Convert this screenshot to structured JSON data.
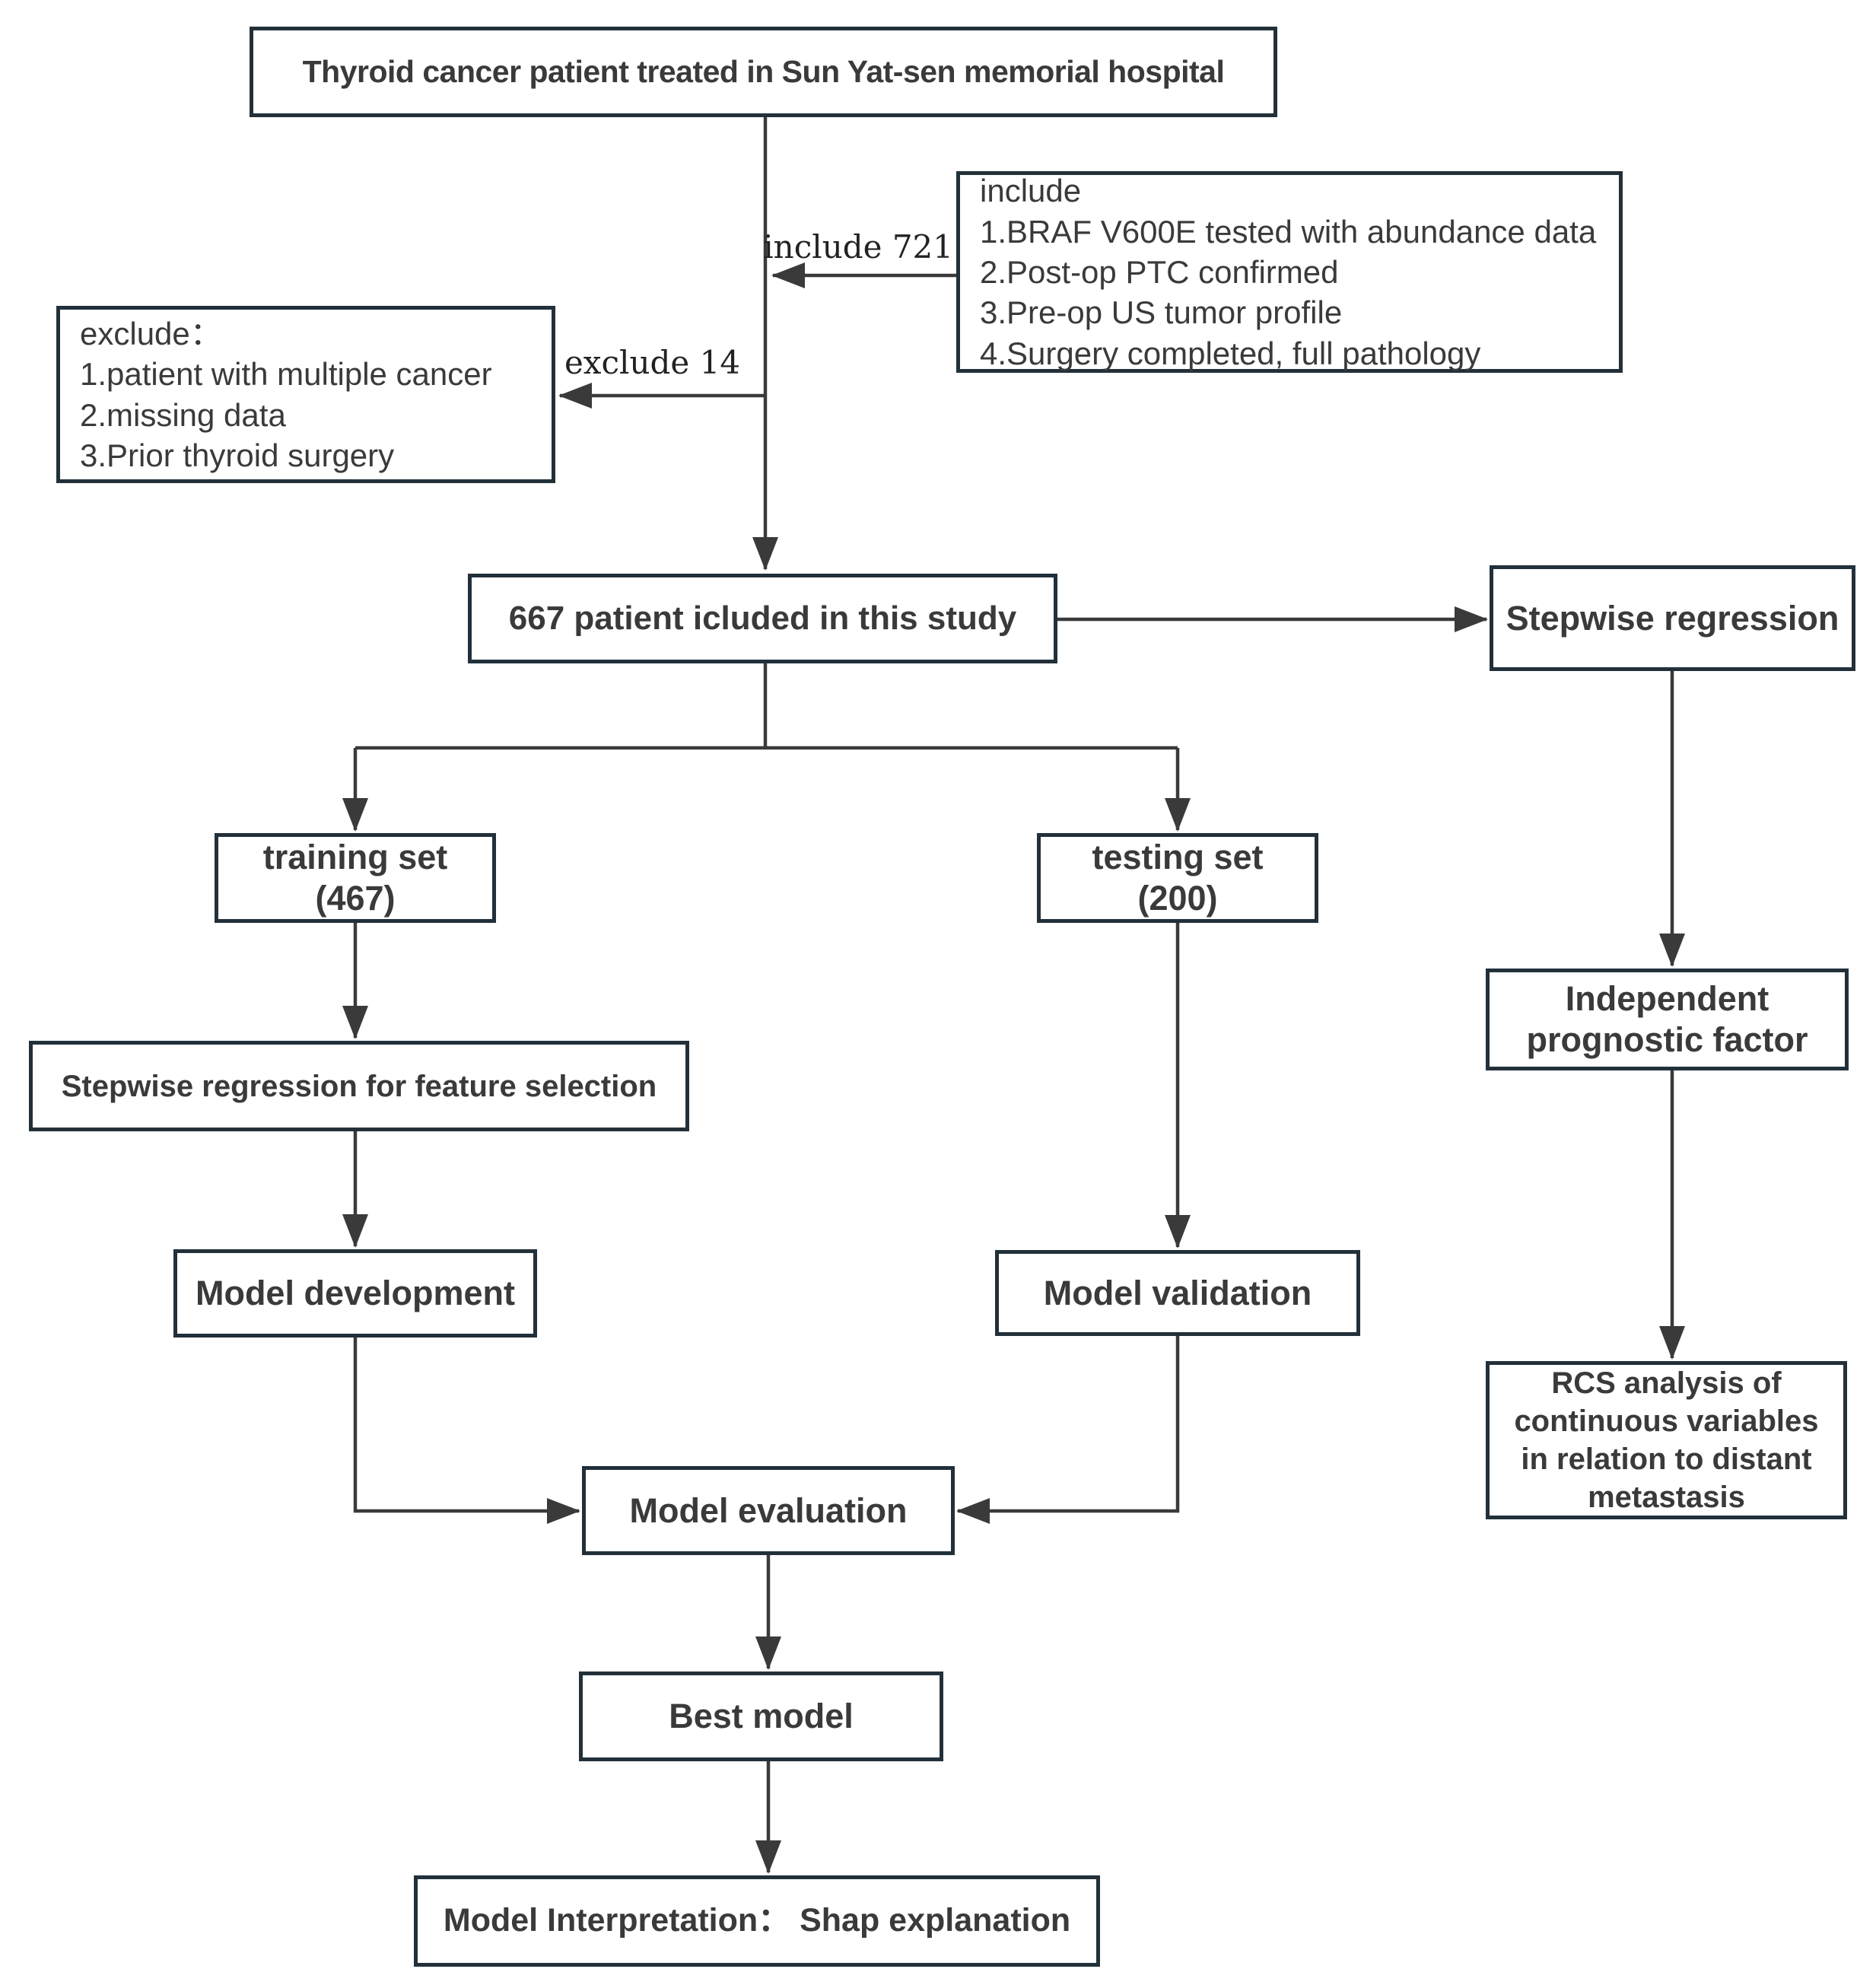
{
  "figure": {
    "background": "#ffffff",
    "box_border_color": "#22303a",
    "line_color": "#3a3a3a",
    "text_color": "#3a3a3a"
  },
  "nodes": {
    "top": {
      "label": "Thyroid cancer patient treated in Sun Yat-sen memorial hospital"
    },
    "include": {
      "lines": [
        "include",
        "1.BRAF V600E tested with abundance data",
        "2.Post-op PTC confirmed",
        "3.Pre-op US tumor profile",
        "4.Surgery completed, full pathology"
      ]
    },
    "exclude": {
      "lines": [
        "exclude：",
        "1.patient with multiple cancer",
        "2.missing data",
        "3.Prior thyroid surgery"
      ]
    },
    "patients": {
      "label": "667 patient icluded in this study"
    },
    "stepwise": {
      "label": "Stepwise regression"
    },
    "training": {
      "lines": [
        "training set",
        "(467)"
      ]
    },
    "testing": {
      "lines": [
        "testing set",
        "(200)"
      ]
    },
    "feature_selection": {
      "label": "Stepwise regression for feature selection"
    },
    "model_development": {
      "label": "Model development"
    },
    "model_validation": {
      "label": "Model validation"
    },
    "independent": {
      "lines": [
        "Independent",
        "prognostic factor"
      ]
    },
    "rcs": {
      "lines": [
        "RCS analysis of",
        "continuous variables",
        "in relation to distant",
        "metastasis"
      ]
    },
    "model_evaluation": {
      "label": "Model evaluation"
    },
    "best_model": {
      "label": "Best model"
    },
    "interpretation": {
      "label": "Model Interpretation： Shap explanation"
    }
  },
  "edge_labels": {
    "include_count": "include 721",
    "exclude_count": "exclude 14"
  }
}
